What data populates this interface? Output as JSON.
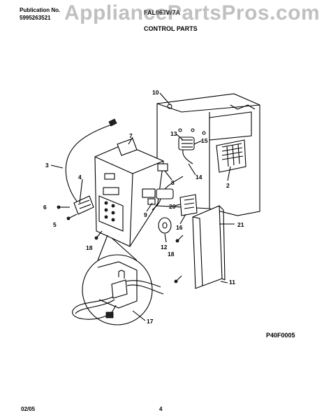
{
  "header": {
    "publication_label": "Publication No.",
    "publication_number": "5995263521",
    "model": "FAL067W7A",
    "section_title": "CONTROL PARTS"
  },
  "watermark": "AppliancePartsPros.com",
  "diagram_code": "P40F0005",
  "footer": {
    "date": "02/05",
    "page": "4"
  },
  "callouts": [
    "10",
    "7",
    "13",
    "15",
    "3",
    "4",
    "2",
    "8",
    "14",
    "6",
    "5",
    "9",
    "20",
    "16",
    "21",
    "18",
    "12",
    "18",
    "11",
    "17"
  ]
}
